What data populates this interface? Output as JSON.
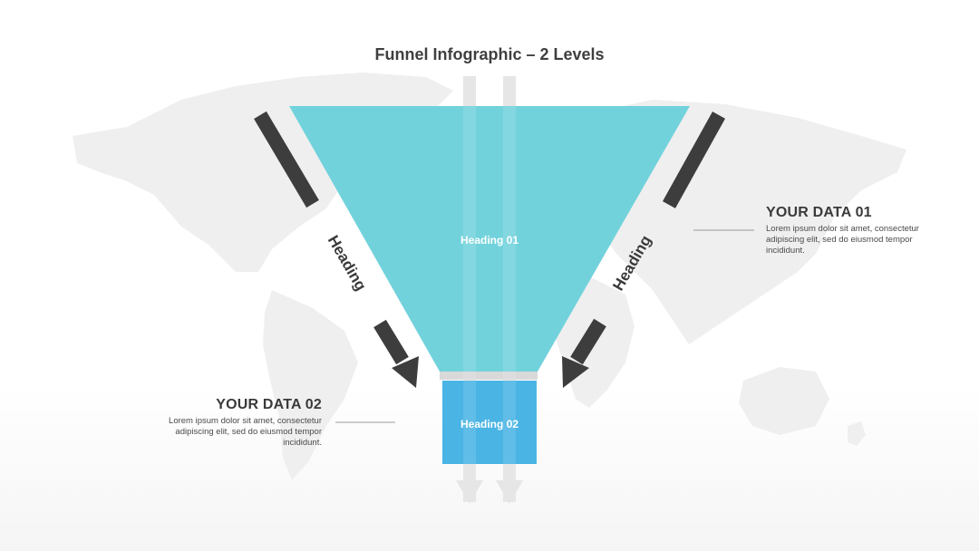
{
  "title": "Funnel Infographic – 2 Levels",
  "funnel": {
    "level1": {
      "label": "Heading 01",
      "color": "#72D2DC"
    },
    "level2": {
      "label": "Heading 02",
      "color": "#4AB4E4"
    }
  },
  "side_labels": {
    "left": "Heading",
    "right": "Heading"
  },
  "data_01": {
    "heading": "YOUR DATA 01",
    "body": "Lorem ipsum dolor sit amet, consectetur adipiscing elit, sed do eiusmod tempor incididunt."
  },
  "data_02": {
    "heading": "YOUR DATA 02",
    "body": "Lorem ipsum dolor sit amet, consectetur adipiscing elit, sed do eiusmod tempor incididunt."
  },
  "colors": {
    "arrow": "#3d3d3d",
    "map": "#efefef",
    "connector": "#9a9a9a"
  }
}
